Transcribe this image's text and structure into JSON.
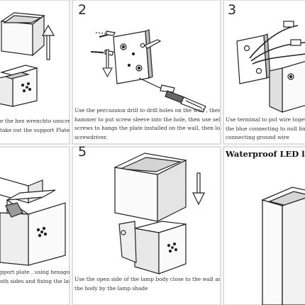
{
  "steps": [
    {
      "number": "",
      "caption": [
        "e the hex wrenchto unscrew",
        "take  out the support Plate."
      ]
    },
    {
      "number": "2",
      "caption": [
        "Use the percussion drill to drill holes on the wall , then use",
        "hammer to put screw sleeve into the hole, then use self-tapping",
        "screws to hangs the plate installed on the wall, then locked by a",
        "screwdriver."
      ]
    },
    {
      "number": "3",
      "caption": [
        "Use terminal to put wire together ,",
        "the blue connecting to null line and",
        "connecting ground wire"
      ]
    },
    {
      "number": "",
      "caption": [
        "pport plate , using hexagonal",
        "oth sides and fixing the lamp"
      ]
    },
    {
      "number": "5",
      "caption": [
        "Use the open side of the lamp body close to the wall and cover",
        "the body by the lamp shade"
      ]
    },
    {
      "number": "",
      "heading": "Waterproof LED l"
    }
  ]
}
